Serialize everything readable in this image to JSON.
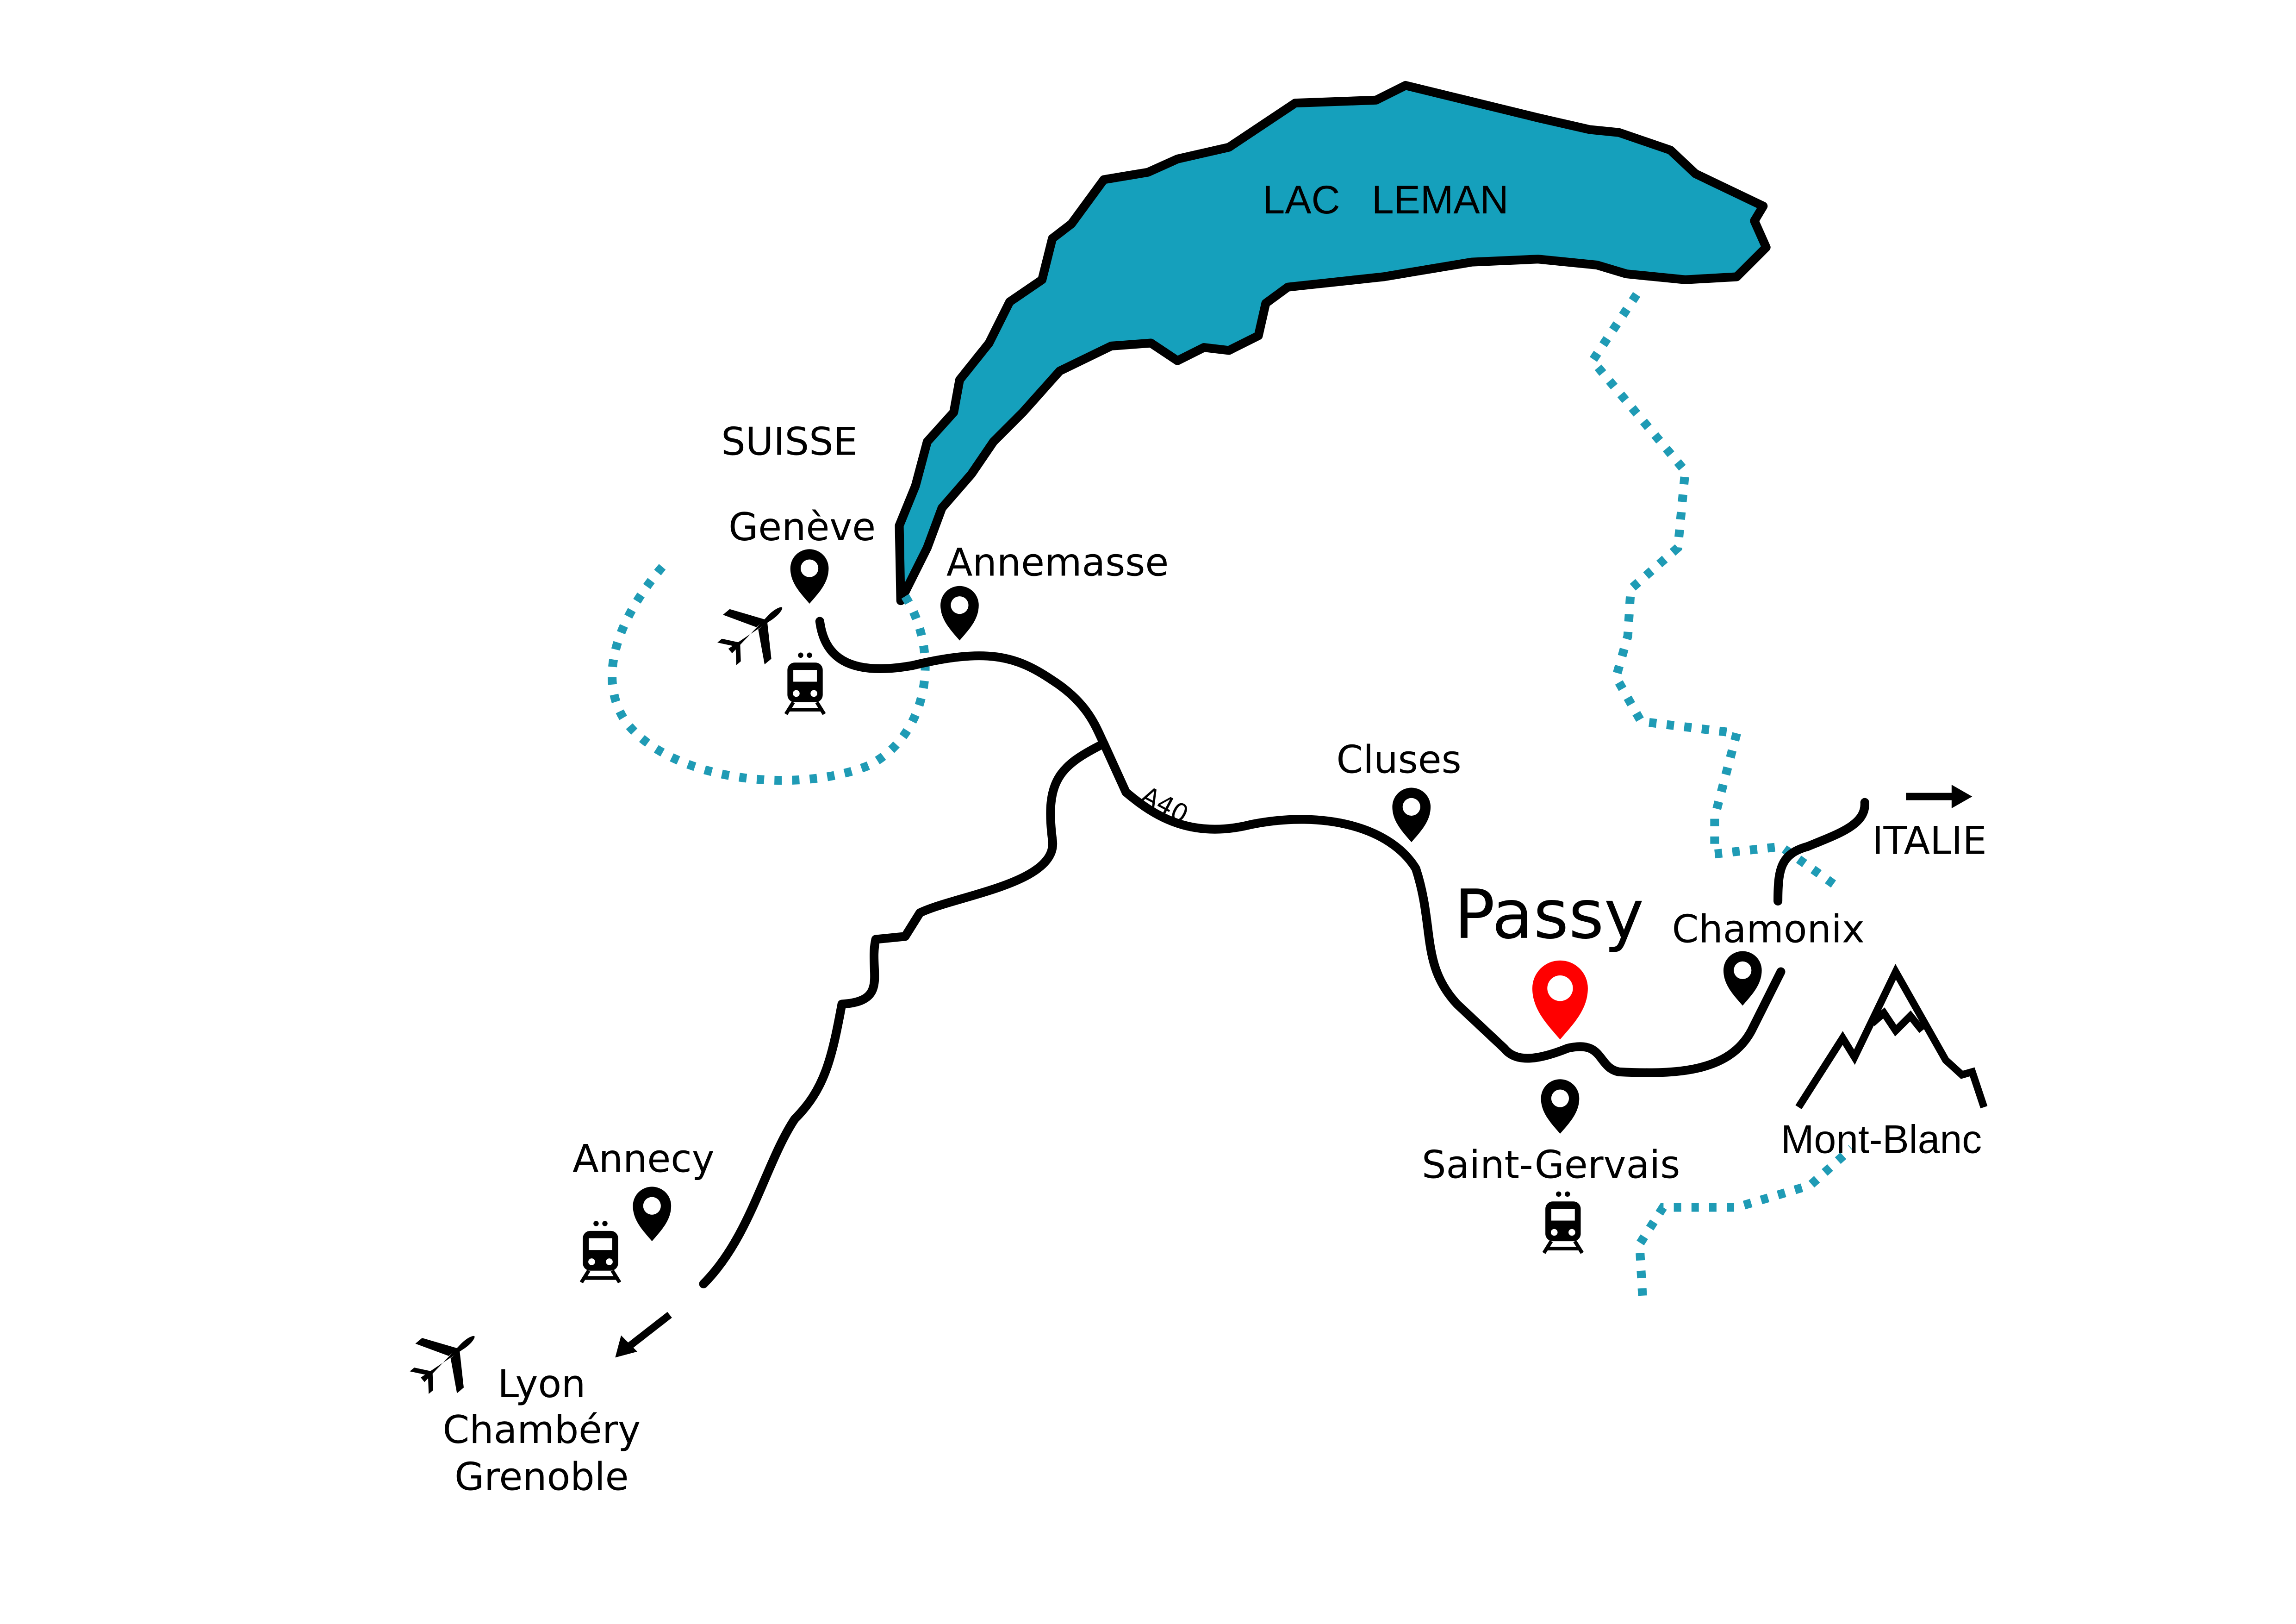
{
  "lake": {
    "label_lac": "LAC",
    "label_leman": "LEMAN"
  },
  "regions": {
    "suisse": "SUISSE",
    "italie": "ITALIE"
  },
  "towns": {
    "geneve": "Genève",
    "annemasse": "Annemasse",
    "cluses": "Cluses",
    "passy": "Passy",
    "chamonix": "Chamonix",
    "saint_gervais": "Saint-Gervais",
    "annecy": "Annecy",
    "mont_blanc": "Mont-Blanc"
  },
  "road": {
    "a40": "A40"
  },
  "destinations": {
    "line1": "Lyon",
    "line2": "Chambéry",
    "line3": "Grenoble"
  },
  "colors": {
    "lake_fill": "#15A0BC",
    "border_dots": "#1F9BB5",
    "highlight_pin": "#FF0000",
    "ink": "#000000"
  },
  "icons": [
    "map-pin-icon",
    "airplane-icon",
    "train-icon",
    "arrow-icon",
    "mountain-icon"
  ]
}
